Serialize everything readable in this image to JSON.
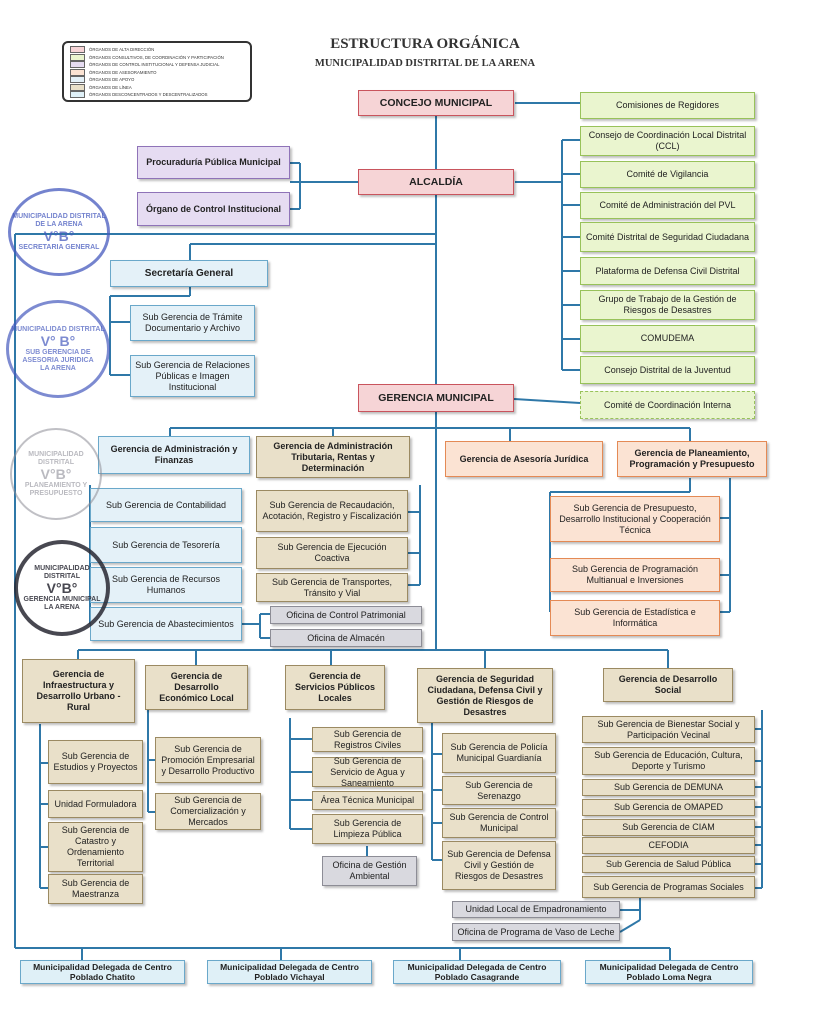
{
  "title": "ESTRUCTURA ORGÁNICA",
  "subtitle": "MUNICIPALIDAD DISTRITAL DE LA ARENA",
  "legend": [
    {
      "label": "ÓRGANOS DE ALTA DIRECCIÓN",
      "color": "#f6d4d6"
    },
    {
      "label": "ÓRGANOS CONSULTIVOS, DE COORDINACIÓN Y PARTICIPACIÓN",
      "color": "#eaf5cf"
    },
    {
      "label": "ÓRGANOS DE CONTROL INSTITUCIONAL Y DEFENSA JUDICIAL",
      "color": "#e6dcf2"
    },
    {
      "label": "ÓRGANOS DE ASESORAMIENTO",
      "color": "#fbe3d3"
    },
    {
      "label": "ÓRGANOS DE APOYO",
      "color": "#e4f1f8"
    },
    {
      "label": "ÓRGANOS DE LÍNEA",
      "color": "#e9e0c9"
    },
    {
      "label": "ÓRGANOS DESCONCENTRADOS Y DESCENTRALIZADOS",
      "color": "#dff0f7"
    }
  ],
  "nodes": {
    "concejo": "CONCEJO MUNICIPAL",
    "alcaldia": "ALCALDÍA",
    "gerencia_municipal": "GERENCIA MUNICIPAL",
    "procuraduria": "Procuraduría Pública Municipal",
    "oci": "Órgano de Control Institucional",
    "comisiones": "Comisiones de Regidores",
    "ccl": "Consejo de Coordinación Local Distrital (CCL)",
    "vigilancia": "Comité de Vigilancia",
    "pvl": "Comité de Administración del PVL",
    "seguridad_ciudadana": "Comité Distrital de Seguridad Ciudadana",
    "defensa_civil": "Plataforma de Defensa Civil Distrital",
    "grd": "Grupo de Trabajo de la Gestión de Riesgos de Desastres",
    "comudema": "COMUDEMA",
    "juventud": "Consejo Distrital de la Juventud",
    "coord_interna": "Comité de Coordinación Interna",
    "secretaria": "Secretaría General",
    "sg_tramite": "Sub Gerencia de Trámite Documentario y Archivo",
    "sg_relaciones": "Sub Gerencia de Relaciones Públicas e Imagen Institucional",
    "g_admin": "Gerencia de Administración y Finanzas",
    "sg_contabilidad": "Sub Gerencia de Contabilidad",
    "sg_tesoreria": "Sub Gerencia de Tesorería",
    "sg_rrhh": "Sub Gerencia de Recursos Humanos",
    "sg_abastecimientos": "Sub Gerencia de Abastecimientos",
    "of_patrimonial": "Oficina de Control Patrimonial",
    "of_almacen": "Oficina de Almacén",
    "g_tributaria": "Gerencia de Administración Tributaria, Rentas y Determinación",
    "sg_recaudacion": "Sub Gerencia de Recaudación, Acotación, Registro y Fiscalización",
    "sg_coactiva": "Sub Gerencia de Ejecución Coactiva",
    "sg_transportes": "Sub Gerencia de Transportes, Tránsito y Vial",
    "g_juridica": "Gerencia de Asesoría Jurídica",
    "g_planeamiento": "Gerencia de Planeamiento, Programación y Presupuesto",
    "sg_presupuesto": "Sub Gerencia de Presupuesto, Desarrollo Institucional y Cooperación Técnica",
    "sg_programacion": "Sub Gerencia de Programación Multianual e Inversiones",
    "sg_estadistica": "Sub Gerencia de Estadística e Informática",
    "g_infraestructura": "Gerencia de Infraestructura y Desarrollo Urbano - Rural",
    "sg_estudios": "Sub Gerencia de Estudios y Proyectos",
    "unidad_formuladora": "Unidad Formuladora",
    "sg_catastro": "Sub Gerencia de Catastro y Ordenamiento Territorial",
    "sg_maestranza": "Sub Gerencia de Maestranza",
    "g_economico": "Gerencia de Desarrollo Económico Local",
    "sg_promocion": "Sub Gerencia de Promoción Empresarial y Desarrollo Productivo",
    "sg_comercializacion": "Sub Gerencia de Comercialización y Mercados",
    "g_servicios": "Gerencia de Servicios Públicos Locales",
    "sg_registros": "Sub Gerencia de Registros Civiles",
    "sg_agua": "Sub Gerencia de Servicio de Agua y Saneamiento",
    "area_tecnica": "Área Técnica Municipal",
    "sg_limpieza": "Sub Gerencia de Limpieza Pública",
    "of_ambiental": "Oficina de Gestión Ambiental",
    "g_seguridad": "Gerencia de Seguridad Ciudadana, Defensa Civil y Gestión de Riesgos de Desastres",
    "sg_policia": "Sub Gerencia de Policía Municipal Guardianía",
    "sg_serenazgo": "Sub Gerencia de Serenazgo",
    "sg_control_municipal": "Sub Gerencia de Control Municipal",
    "sg_defensa_civil": "Sub Gerencia de Defensa Civil y Gestión de Riesgos de Desastres",
    "g_social": "Gerencia de Desarrollo Social",
    "sg_bienestar": "Sub Gerencia de Bienestar Social y Participación Vecinal",
    "sg_educacion": "Sub Gerencia de Educación, Cultura, Deporte y Turismo",
    "sg_demuna": "Sub Gerencia de DEMUNA",
    "sg_omaped": "Sub Gerencia de OMAPED",
    "sg_ciam": "Sub Gerencia de CIAM",
    "cefodia": "CEFODIA",
    "sg_salud": "Sub Gerencia de Salud Pública",
    "sg_programas": "Sub Gerencia de Programas Sociales",
    "empadronamiento": "Unidad Local de Empadronamiento",
    "vaso_leche": "Oficina de Programa de Vaso de Leche",
    "cp_chatito": "Municipalidad Delegada de Centro Poblado Chatito",
    "cp_vichayal": "Municipalidad Delegada de Centro Poblado Vichayal",
    "cp_casagrande": "Municipalidad Delegada de Centro Poblado Casagrande",
    "cp_loma_negra": "Municipalidad Delegada de Centro Poblado Loma Negra"
  },
  "stamps": {
    "s1": {
      "l1": "MUNICIPALIDAD DISTRITAL DE LA ARENA",
      "l2": "V°B°",
      "l3": "SECRETARIA GENERAL"
    },
    "s2": {
      "l1": "MUNICIPALIDAD DISTRITAL",
      "l2": "V° B°",
      "l3": "SUB GERENCIA DE ASESORIA JURIDICA",
      "l4": "LA ARENA"
    },
    "s3": {
      "l1": "MUNICIPALIDAD DISTRITAL",
      "l2": "V°B°",
      "l3": "PLANEAMIENTO Y PRESUPUESTO"
    },
    "s4": {
      "l1": "MUNICIPALIDAD DISTRITAL",
      "l2": "V°B°",
      "l3": "GERENCIA MUNICIPAL",
      "l4": "LA ARENA"
    }
  }
}
